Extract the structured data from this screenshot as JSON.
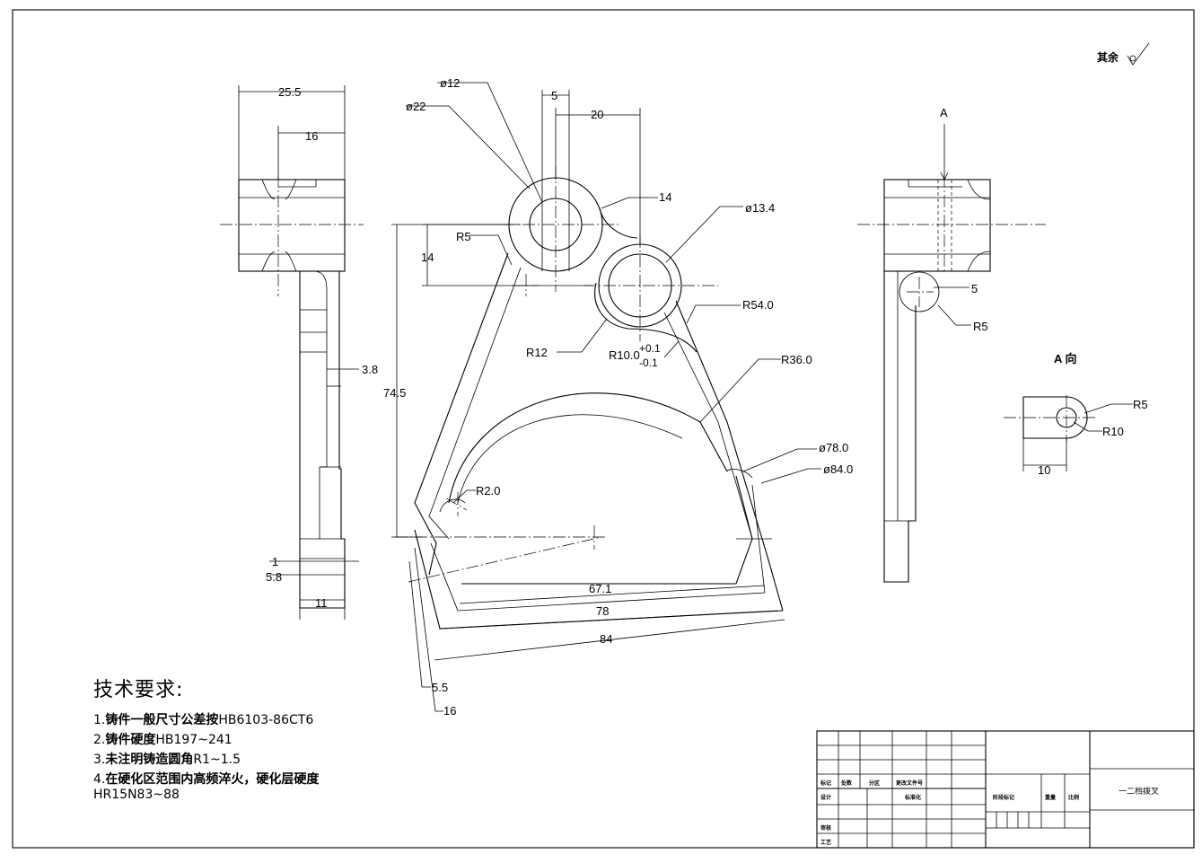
{
  "surface_note": "其余",
  "view_labels": {
    "section_a": "A",
    "view_a": "A 向"
  },
  "dimensions": {
    "d25_5": "25.5",
    "d16_top": "16",
    "d3_8": "3.8",
    "d1": "1",
    "d5_8": "5.8",
    "d11": "11",
    "phi12": "ø12",
    "phi22": "ø22",
    "d5_top": "5",
    "d20": "20",
    "d14_right": "14",
    "phi13_4": "ø13.4",
    "r5_left": "R5",
    "d14_left": "14",
    "r54": "R54.0",
    "r12": "R12",
    "r10": "R10.0",
    "tol_plus": "+0.1",
    "tol_minus": "-0.1",
    "r36": "R36.0",
    "d74_5": "74.5",
    "r2": "R2.0",
    "phi78": "ø78.0",
    "phi84": "ø84.0",
    "d67_1": "67.1",
    "d78": "78",
    "d84": "84",
    "d5_5": "5.5",
    "d16_bottom": "16",
    "d5_right": "5",
    "r5_right": "R5",
    "r5_view": "R5",
    "r10_view": "R10",
    "d10_view": "10"
  },
  "technical_requirements": {
    "title": "技术要求:",
    "items": [
      {
        "num": "1.",
        "cn": "铸件一般尺寸公差按",
        "code": "HB6103-86CT6"
      },
      {
        "num": "2.",
        "cn": "铸件硬度",
        "code": "HB197~241"
      },
      {
        "num": "3.",
        "cn": "未注明铸造圆角",
        "code": "R1~1.5"
      },
      {
        "num": "4.",
        "cn": "在硬化区范围内高频淬火，硬化层硬度",
        "code": ""
      }
    ],
    "last_line": "HR15N83~88"
  },
  "title_block": {
    "mark": "标记",
    "count": "处数",
    "zone": "分区",
    "change_doc": "更改文件号",
    "design": "设计",
    "standardize": "标准化",
    "review": "审核",
    "process": "工艺",
    "stage_mark": "阶段标记",
    "weight": "重量",
    "scale": "比例",
    "part_name": "一二档拨叉"
  }
}
